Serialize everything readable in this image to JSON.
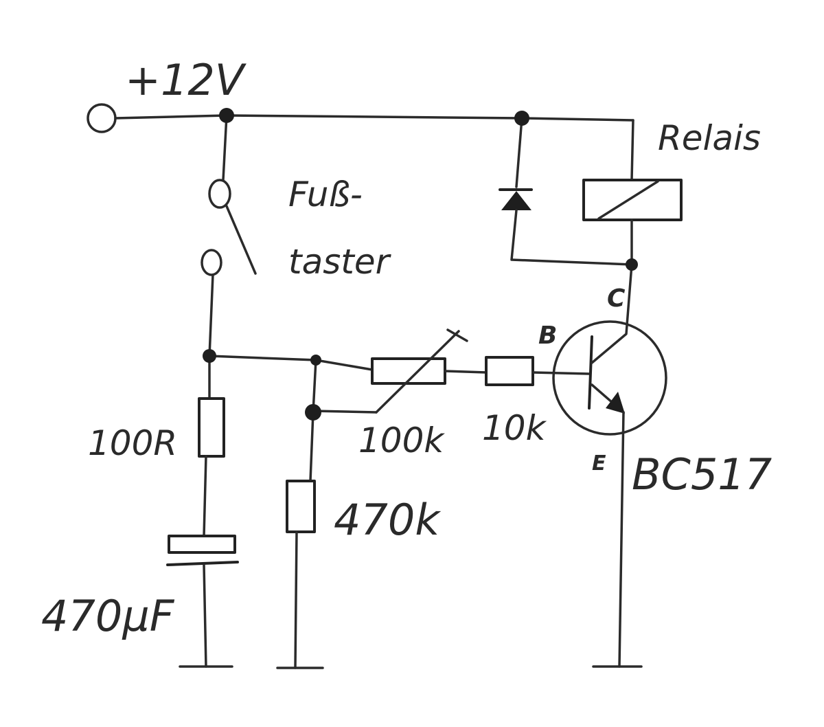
{
  "labels": {
    "supply": "+12V",
    "relay": "Relais",
    "switch_line1": "Fuß-",
    "switch_line2": "taster",
    "pin_c": "C",
    "pin_b": "B",
    "pin_e": "E",
    "r_100r": "100R",
    "pot_100k": "100k",
    "r_10k": "10k",
    "r_470k": "470k",
    "cap_470uf": "470µF",
    "transistor": "BC517"
  }
}
